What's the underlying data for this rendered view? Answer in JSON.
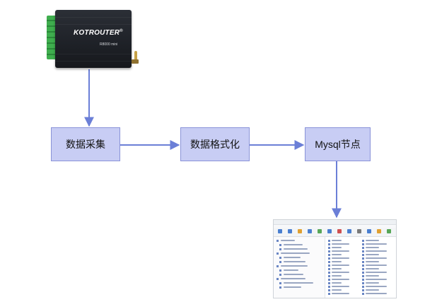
{
  "device": {
    "brand": "KOTROUTER",
    "model": "R8000 mini"
  },
  "flow": {
    "step1": "数据采集",
    "step2": "数据格式化",
    "step3": "Mysql节点"
  },
  "colors": {
    "box_fill": "#c8cdf4",
    "box_border": "#8a93d8",
    "arrow": "#6b7fd7",
    "terminal_green": "#3fae4e"
  }
}
